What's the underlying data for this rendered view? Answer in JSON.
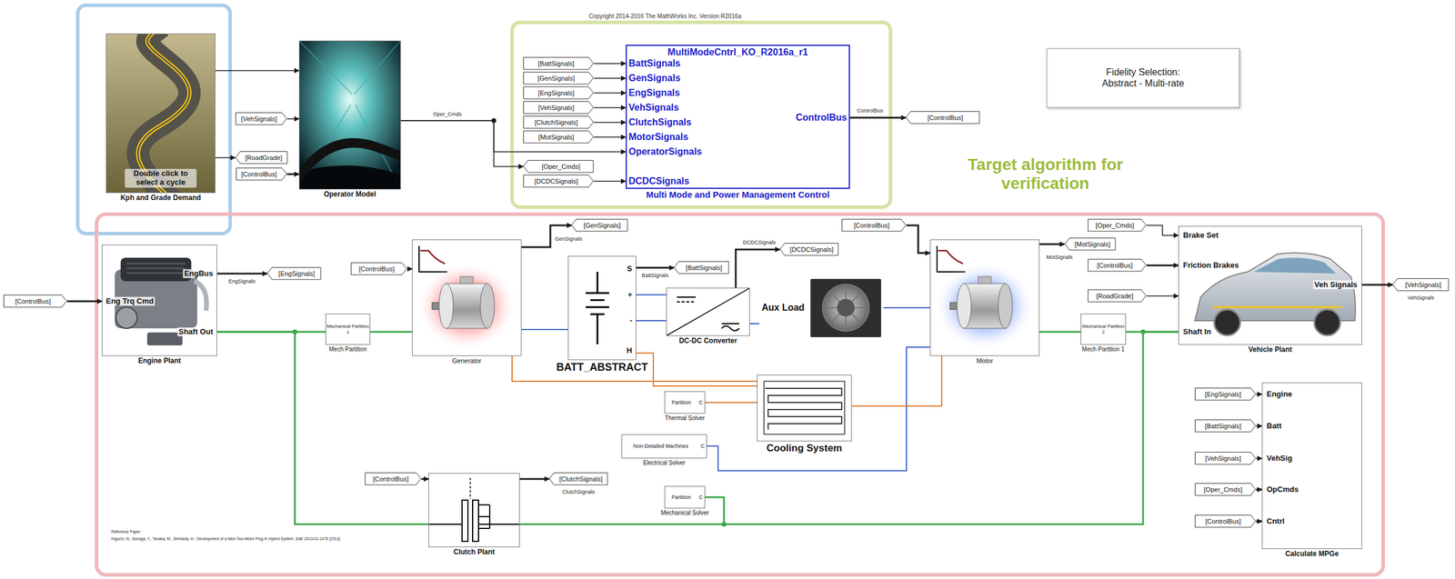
{
  "diagram": {
    "nodes": [
      {
        "text": [
          "Double click to select a cycle",
          "Kph and Grade Demand"
        ]
      },
      {
        "text": [
          "[VehSignals]"
        ]
      },
      {
        "text": [
          "[RoadGrade]"
        ]
      },
      {
        "text": [
          "[ControlBus]"
        ]
      },
      {
        "text": [
          "Operator Model"
        ]
      },
      {
        "text": [
          "[BattSignals]"
        ]
      },
      {
        "text": [
          "[GenSignals]"
        ]
      },
      {
        "text": [
          "[EngSignals]"
        ]
      },
      {
        "text": [
          "[VehSignals]"
        ]
      },
      {
        "text": [
          "[ClutchSignals]"
        ]
      },
      {
        "text": [
          "[MotSignals]"
        ]
      },
      {
        "text": [
          "[Oper_Cmds]"
        ]
      },
      {
        "text": [
          "[DCDCSignals]"
        ]
      },
      {
        "text": [
          "MultiModeCntrl_KO_R2016a_r1",
          "Multi Mode and Power Management Control"
        ]
      },
      {
        "text": [
          "[ControlBus]"
        ]
      },
      {
        "text": [
          "Fidelity Selection: Abstract - Multi-rate"
        ]
      },
      {
        "text": [
          "[ControlBus]"
        ]
      },
      {
        "text": [
          "Engine Plant"
        ]
      },
      {
        "text": [
          "[EngSignals]"
        ]
      },
      {
        "text": [
          "Mechanical Partition 1",
          "Mech Partition"
        ]
      },
      {
        "text": [
          "[ControlBus]"
        ]
      },
      {
        "text": [
          "Generator"
        ]
      },
      {
        "text": [
          "[GenSignals]"
        ]
      },
      {
        "text": [
          "BATT_ABSTRACT"
        ]
      },
      {
        "text": [
          "[BattSignals]"
        ]
      },
      {
        "text": [
          "DC-DC Converter"
        ]
      },
      {
        "text": [
          "[DCDCSignals]"
        ]
      },
      {
        "text": [
          "Aux Load"
        ]
      },
      {
        "text": [
          "[ControlBus]"
        ]
      },
      {
        "text": [
          "Motor"
        ]
      },
      {
        "text": [
          "[MotSignals]"
        ]
      },
      {
        "text": [
          "Mechanical Partition 2",
          "Mech Partition 1"
        ]
      },
      {
        "text": [
          "[Oper_Cmds]"
        ]
      },
      {
        "text": [
          "[ControlBus]"
        ]
      },
      {
        "text": [
          "[RoadGrade]"
        ]
      },
      {
        "text": [
          "Vehicle Plant"
        ]
      },
      {
        "text": [
          "[VehSignals]"
        ]
      },
      {
        "text": [
          "Partition",
          "Thermal Solver"
        ]
      },
      {
        "text": [
          "Cooling System"
        ]
      },
      {
        "text": [
          "Non-Detailed Machines",
          "Electrical Solver"
        ]
      },
      {
        "text": [
          "[ControlBus]"
        ]
      },
      {
        "text": [
          "Clutch Plant"
        ]
      },
      {
        "text": [
          "[ClutchSignals]"
        ]
      },
      {
        "text": [
          "Partition",
          "Mechanical Solver"
        ]
      },
      {
        "text": [
          "[EngSignals]"
        ]
      },
      {
        "text": [
          "[BattSignals]"
        ]
      },
      {
        "text": [
          "[VehSignals]"
        ]
      },
      {
        "text": [
          "[Oper_Cmds]"
        ]
      },
      {
        "text": [
          "[ControlBus]"
        ]
      },
      {
        "text": [
          "Calculate MPGe"
        ]
      }
    ],
    "edges": [
      {
        "from": 0,
        "to": 4,
        "arrow": "to"
      },
      {
        "from": 1,
        "to": 4,
        "arrow": "to"
      },
      {
        "from": 0,
        "to": 2,
        "arrow": "to"
      },
      {
        "from": 3,
        "to": 4,
        "arrow": "to"
      },
      {
        "from": 4,
        "to": 13,
        "arrow": "to",
        "label": "Oper_Cmds"
      },
      {
        "from": 4,
        "to": 11,
        "arrow": "to"
      },
      {
        "from": 5,
        "to": 13,
        "arrow": "to"
      },
      {
        "from": 6,
        "to": 13,
        "arrow": "to"
      },
      {
        "from": 7,
        "to": 13,
        "arrow": "to"
      },
      {
        "from": 8,
        "to": 13,
        "arrow": "to"
      },
      {
        "from": 9,
        "to": 13,
        "arrow": "to"
      },
      {
        "from": 10,
        "to": 13,
        "arrow": "to"
      },
      {
        "from": 12,
        "to": 13,
        "arrow": "to"
      },
      {
        "from": 13,
        "to": 14,
        "arrow": "to",
        "label": "ControlBus"
      },
      {
        "from": 16,
        "to": 17,
        "arrow": "to"
      },
      {
        "from": 17,
        "to": 18,
        "arrow": "to",
        "label": "EngSignals"
      },
      {
        "from": 17,
        "to": 19,
        "arrow": "none"
      },
      {
        "from": 19,
        "to": 21,
        "arrow": "none"
      },
      {
        "from": 17,
        "to": 41,
        "arrow": "none"
      },
      {
        "from": 20,
        "to": 21,
        "arrow": "to"
      },
      {
        "from": 21,
        "to": 22,
        "arrow": "to",
        "label": "GenSignals"
      },
      {
        "from": 23,
        "to": 24,
        "arrow": "to",
        "label": "BattSignals"
      },
      {
        "from": 25,
        "to": 26,
        "arrow": "to",
        "label": "DCDCSignals"
      },
      {
        "from": 28,
        "to": 29,
        "arrow": "to"
      },
      {
        "from": 29,
        "to": 30,
        "arrow": "to",
        "label": "MotSignals"
      },
      {
        "from": 29,
        "to": 31,
        "arrow": "none"
      },
      {
        "from": 31,
        "to": 35,
        "arrow": "none"
      },
      {
        "from": 32,
        "to": 35,
        "arrow": "to"
      },
      {
        "from": 33,
        "to": 35,
        "arrow": "to"
      },
      {
        "from": 34,
        "to": 35,
        "arrow": "to"
      },
      {
        "from": 35,
        "to": 36,
        "arrow": "to",
        "label": "VehSignals"
      },
      {
        "from": 40,
        "to": 41,
        "arrow": "to"
      },
      {
        "from": 41,
        "to": 42,
        "arrow": "to",
        "label": "ClutchSignals"
      },
      {
        "from": 41,
        "to": 35,
        "arrow": "none"
      },
      {
        "from": 21,
        "to": 23,
        "arrow": "none"
      },
      {
        "from": 23,
        "to": 25,
        "arrow": "none"
      },
      {
        "from": 23,
        "to": 25,
        "arrow": "none"
      },
      {
        "from": 25,
        "to": 27,
        "arrow": "none"
      },
      {
        "from": 27,
        "to": 29,
        "arrow": "none"
      },
      {
        "from": 39,
        "to": 29,
        "arrow": "none"
      },
      {
        "from": 21,
        "to": 38,
        "arrow": "none"
      },
      {
        "from": 23,
        "to": 38,
        "arrow": "none"
      },
      {
        "from": 29,
        "to": 38,
        "arrow": "none"
      },
      {
        "from": 37,
        "to": 38,
        "arrow": "none"
      },
      {
        "from": 44,
        "to": 49,
        "arrow": "to"
      },
      {
        "from": 45,
        "to": 49,
        "arrow": "to"
      },
      {
        "from": 46,
        "to": 49,
        "arrow": "to"
      },
      {
        "from": 47,
        "to": 49,
        "arrow": "to"
      },
      {
        "from": 48,
        "to": 49,
        "arrow": "to"
      }
    ],
    "labels": [
      "Copyright 2014-2016 The MathWorks Inc. Version R2016a",
      "Target algorithm for verification",
      "BattSignals",
      "GenSignals",
      "EngSignals",
      "VehSignals",
      "ClutchSignals",
      "MotorSignals",
      "OperatorSignals",
      "DCDCSignals",
      "ControlBus",
      "EngBus",
      "Eng Trq Cmd",
      "Shaft Out",
      "S",
      "+",
      "-",
      "H",
      "Brake Set",
      "Friction Brakes",
      "Veh Signals",
      "Shaft In",
      "C",
      "C",
      "C",
      "Engine",
      "Batt",
      "VehSig",
      "OpCmds",
      "Cntrl",
      "Reference Paper:",
      "Higuchi, N., Sunaga, Y., Tanaka, M., Shimada, H.: Development of a New Two-Motor Plug-In Hybrid System, SAE 2013-01-1476 (2013)"
    ]
  }
}
